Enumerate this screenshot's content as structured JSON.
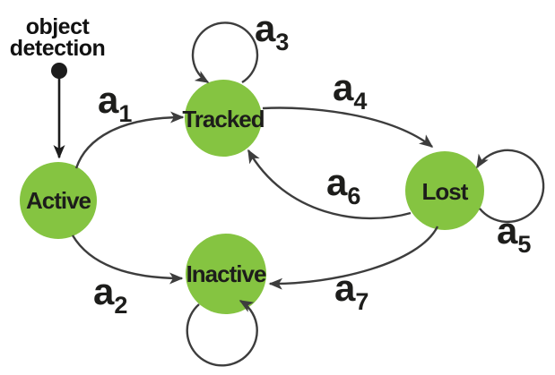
{
  "diagram": {
    "type": "state-machine",
    "background": "#ffffff",
    "colors": {
      "state_fill": "#85c441",
      "line": "#3d3d3d",
      "entry": "#1c1c1c",
      "text": "#1d1d1b"
    },
    "entry": {
      "label_line1": "object",
      "label_line2": "detection"
    },
    "states": [
      {
        "label": "Active"
      },
      {
        "label": "Tracked"
      },
      {
        "label": "Lost"
      },
      {
        "label": "Inactive"
      }
    ],
    "transitions": [
      {
        "base": "a",
        "sub": "1",
        "from": "Active",
        "to": "Tracked"
      },
      {
        "base": "a",
        "sub": "2",
        "from": "Active",
        "to": "Inactive"
      },
      {
        "base": "a",
        "sub": "3",
        "from": "Tracked",
        "to": "Tracked"
      },
      {
        "base": "a",
        "sub": "4",
        "from": "Tracked",
        "to": "Lost"
      },
      {
        "base": "a",
        "sub": "5",
        "from": "Lost",
        "to": "Lost"
      },
      {
        "base": "a",
        "sub": "6",
        "from": "Lost",
        "to": "Tracked"
      },
      {
        "base": "a",
        "sub": "7",
        "from": "Lost",
        "to": "Inactive"
      },
      {
        "base": "",
        "sub": "",
        "from": "Inactive",
        "to": "Inactive"
      }
    ]
  }
}
